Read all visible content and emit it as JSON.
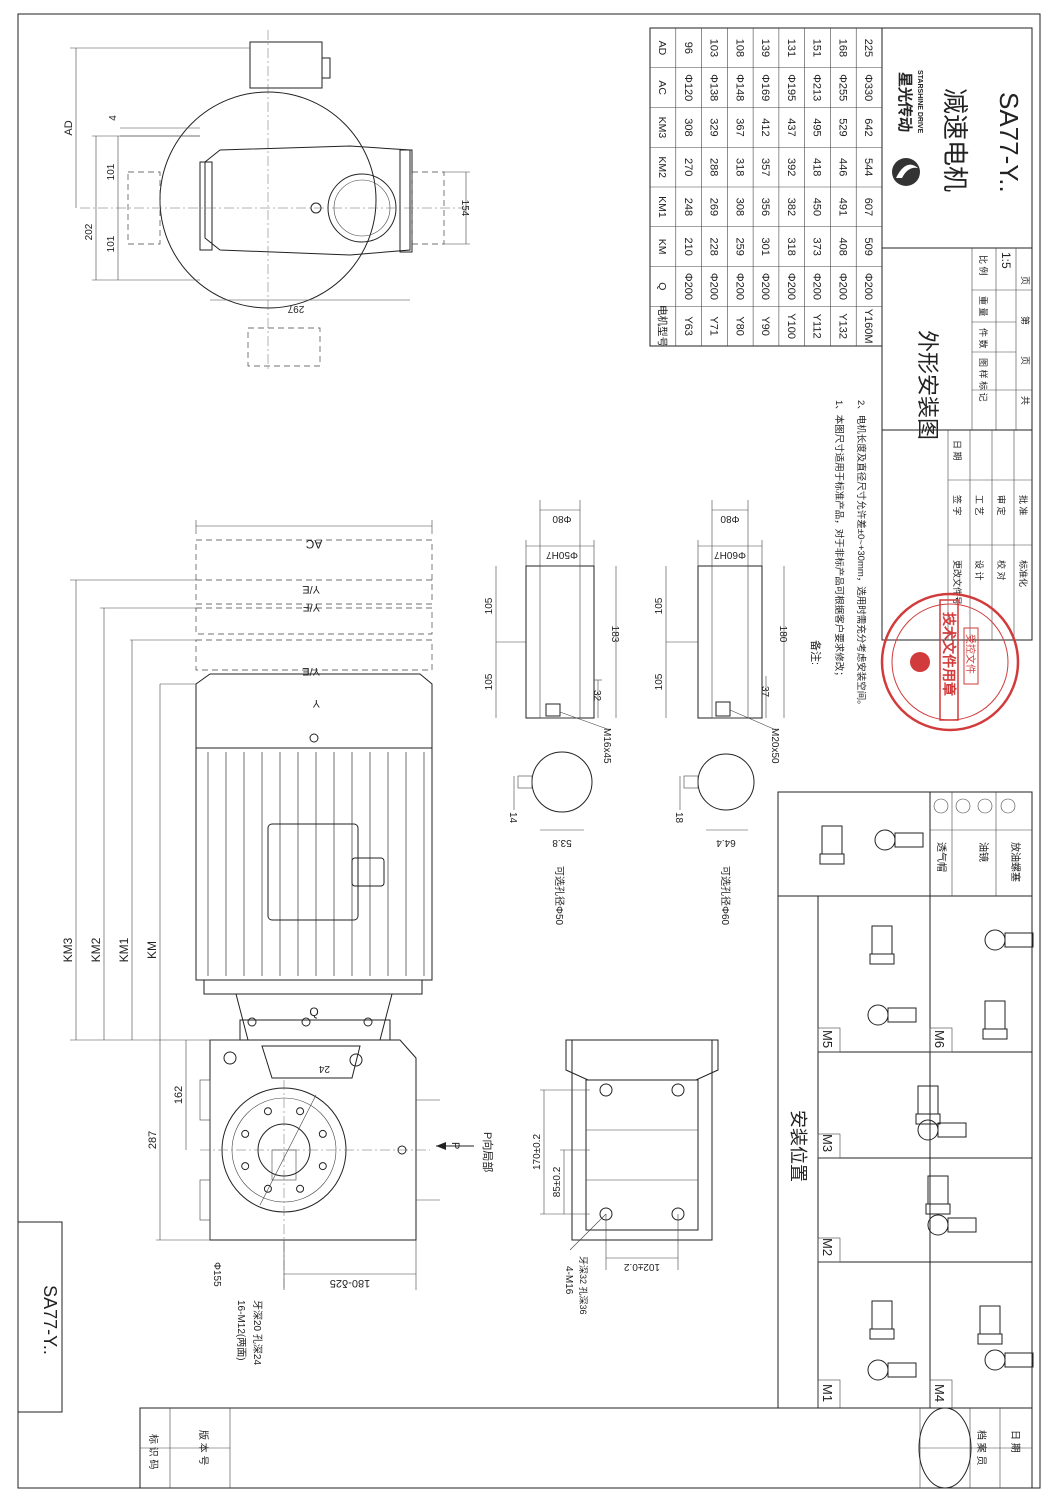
{
  "title_block": {
    "company_logo_text": "星光传动",
    "company_logo_en": "STARSHINE DRIVE",
    "product_name": "减速电机",
    "model": "SA77-Y..",
    "drawing_title": "外形安装图",
    "scale_label": "比 例",
    "scale_value": "1:5",
    "labels": [
      "图 样 标 记",
      "件 数",
      "重 量",
      "共",
      "页",
      "第",
      "页"
    ],
    "sign_labels": [
      "更改文件号",
      "签 字",
      "日 期",
      "设 计",
      "工 艺",
      "校 对",
      "审 定",
      "标准化",
      "批 准"
    ]
  },
  "dim_table": {
    "headers": [
      "电机型号",
      "Q",
      "KM",
      "KM1",
      "KM2",
      "KM3",
      "AC",
      "AD"
    ],
    "rows": [
      [
        "Y63",
        "Φ200",
        "210",
        "248",
        "270",
        "308",
        "Φ120",
        "96"
      ],
      [
        "Y71",
        "Φ200",
        "228",
        "269",
        "288",
        "329",
        "Φ138",
        "103"
      ],
      [
        "Y80",
        "Φ200",
        "259",
        "308",
        "318",
        "367",
        "Φ148",
        "108"
      ],
      [
        "Y90",
        "Φ200",
        "301",
        "356",
        "357",
        "412",
        "Φ169",
        "139"
      ],
      [
        "Y100",
        "Φ200",
        "318",
        "382",
        "392",
        "437",
        "Φ195",
        "131"
      ],
      [
        "Y112",
        "Φ200",
        "373",
        "450",
        "418",
        "495",
        "Φ213",
        "151"
      ],
      [
        "Y132",
        "Φ200",
        "408",
        "491",
        "446",
        "529",
        "Φ255",
        "168"
      ],
      [
        "Y160M",
        "Φ200",
        "509",
        "607",
        "544",
        "642",
        "Φ330",
        "225"
      ]
    ]
  },
  "notes": {
    "title": "备注:",
    "items": [
      "1、本图尺寸适用于标准产品，对于非标产品可根据客户要求修改；",
      "2、电机长度及直径尺寸允许差±0~+30mm，选用时需充分考虑安装空间。"
    ]
  },
  "stamp": {
    "main": "技术文件用章",
    "sub": "受控文件"
  },
  "top_view": {
    "dims": [
      "AD",
      "4",
      "101",
      "202",
      "101",
      "154",
      "297"
    ]
  },
  "main_view": {
    "dims": [
      "AC",
      "Y/F",
      "Y/E",
      "Y/E",
      "Y",
      "KM3",
      "KM2",
      "KM1",
      "KM",
      "Q",
      "162",
      "287",
      "24",
      "Φ155",
      "180-δ25"
    ],
    "hole_note": [
      "16-M12(两面)",
      "牙深20 孔深24"
    ],
    "p_arrow": "P",
    "p_label": "P向局部"
  },
  "side_view": {
    "dims": [
      "170±0.2",
      "85±0.2",
      "102±0.2"
    ],
    "hole_note": [
      "4-M16",
      "牙深32 孔深36"
    ]
  },
  "shaft_50": {
    "dims": [
      "Φ80",
      "Φ50H7",
      "105",
      "105",
      "183",
      "32",
      "14",
      "53.8",
      "M16x45"
    ],
    "label": "可选孔径Φ50"
  },
  "shaft_60": {
    "dims": [
      "Φ80",
      "Φ60H7",
      "105",
      "105",
      "180",
      "37",
      "18",
      "64.4",
      "M20x50"
    ],
    "label": "可选孔径Φ60"
  },
  "install": {
    "title": "安装位置",
    "positions": [
      "M1",
      "M2",
      "M3",
      "M4",
      "M5",
      "M6"
    ],
    "legend": [
      "透气帽",
      "油镜",
      "放油螺塞"
    ]
  },
  "left_strip": {
    "model": "SA77-Y.."
  },
  "record_strip": {
    "labels": [
      "标 识 码",
      "版 本 号",
      "档 案 员",
      "日 期"
    ]
  }
}
